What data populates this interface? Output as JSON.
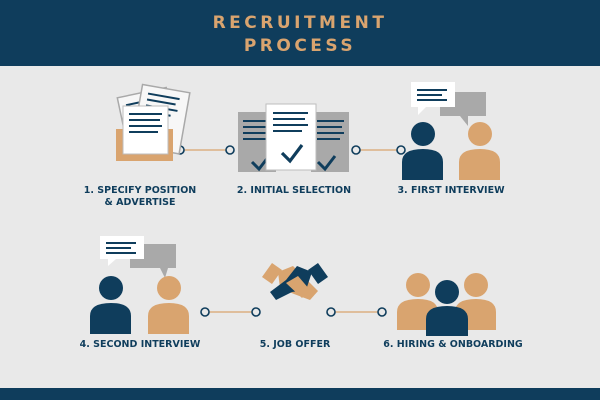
{
  "title": {
    "line1": "RECRUITMENT",
    "line2": "PROCESS"
  },
  "steps": [
    {
      "line1": "1. SPECIFY POSITION",
      "line2": "& ADVERTISE",
      "icon": "documents-icon"
    },
    {
      "line1": "2. INITIAL SELECTION",
      "icon": "selection-documents-icon"
    },
    {
      "line1": "3. FIRST INTERVIEW",
      "icon": "interview-icon"
    },
    {
      "line1": "4. SECOND INTERVIEW",
      "icon": "interview-icon"
    },
    {
      "line1": "5. JOB OFFER",
      "icon": "handshake-icon"
    },
    {
      "line1": "6. HIRING & ONBOARDING",
      "icon": "team-icon"
    }
  ],
  "colors": {
    "navy": "#0f3d5c",
    "tan": "#d9a46f",
    "background": "#e9e9e9",
    "gray": "#a9a9a9"
  }
}
